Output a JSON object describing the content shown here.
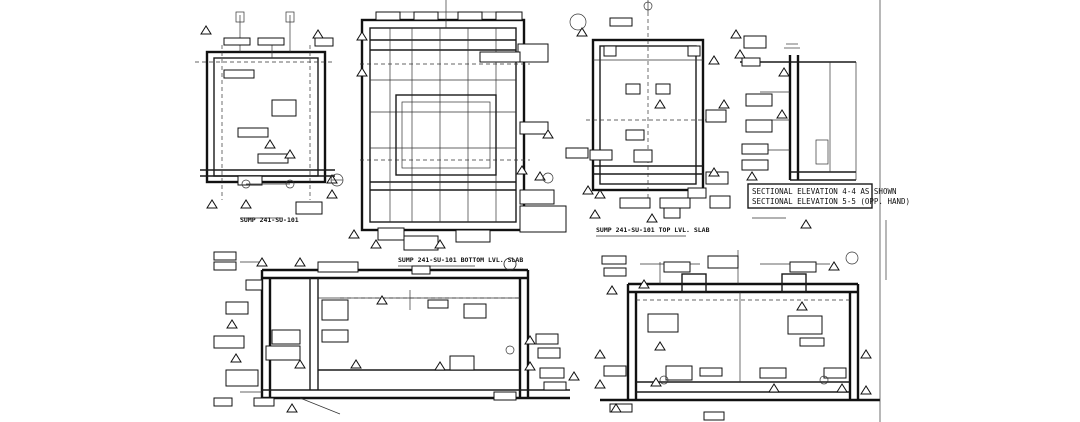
{
  "drawing": {
    "titles": {
      "plan_a": "SUMP 241-SU-101",
      "plan_b": "SUMP 241-SU-101 BOTTOM LVL. SLAB",
      "plan_c": "SUMP 241-SU-101 TOP LVL. SLAB",
      "section_line1": "SECTIONAL ELEVATION 4-4 AS SHOWN",
      "section_line2": "SECTIONAL ELEVATION 5-5 (OPP. HAND)"
    }
  }
}
